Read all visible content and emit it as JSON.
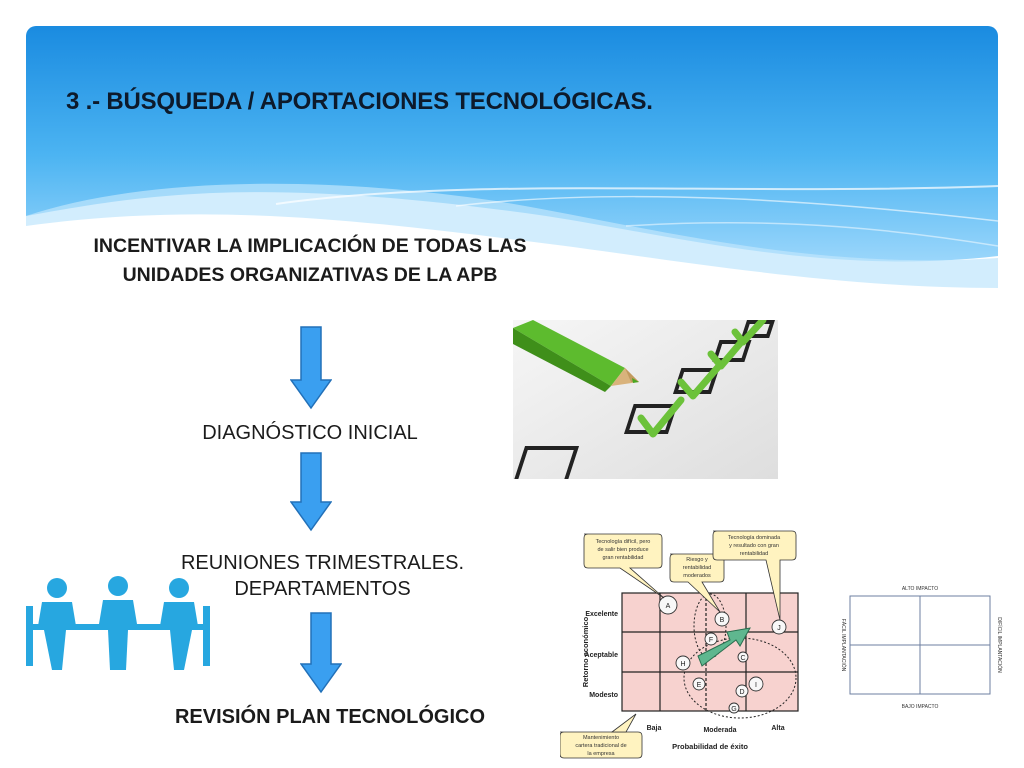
{
  "slide": {
    "title": "3 .- BÚSQUEDA / APORTACIONES TECNOLÓGICAS."
  },
  "flow": {
    "step1": "INCENTIVAR LA IMPLICACIÓN DE TODAS LAS UNIDADES ORGANIZATIVAS DE LA APB",
    "step2": "DIAGNÓSTICO INICIAL",
    "step3_line1": "REUNIONES TRIMESTRALES.",
    "step3_line2": "DEPARTAMENTOS",
    "step4": "REVISIÓN PLAN TECNOLÓGICO"
  },
  "matrix": {
    "y_axis_label": "Retorno económico",
    "x_axis_label": "Probabilidad de éxito",
    "rows": [
      "Excelente",
      "Aceptable",
      "Modesto"
    ],
    "columns": [
      "Baja",
      "Moderada",
      "Alta"
    ],
    "callouts": {
      "difficult": [
        "Tecnología difícil, pero",
        "de salir bien produce",
        "gran rentabilidad"
      ],
      "risk": [
        "Riesgo y",
        "rentabilidad",
        "moderados"
      ],
      "dominated": [
        "Tecnología dominada",
        "y resultado con gran",
        "rentabilidad"
      ],
      "maintenance": [
        "Mantenimiento",
        "cartera tradicional de",
        "la empresa"
      ]
    },
    "points": [
      "A",
      "B",
      "F",
      "J",
      "H",
      "C",
      "E",
      "I",
      "D",
      "G"
    ]
  },
  "impact_quadrant": {
    "top": "ALTO IMPACTO",
    "bottom": "BAJO IMPACTO",
    "left": "FÁCIL IMPLANTACIÓN",
    "right": "DIFÍCIL IMPLANTACIÓN"
  },
  "icons": [
    "meeting-people-icon",
    "pencil-checklist-image"
  ],
  "colors": {
    "header_blue": "#1e8fe0",
    "arrow_blue": "#3a9ff0",
    "icon_blue": "#27a7e0",
    "check_green": "#6cc23a"
  }
}
